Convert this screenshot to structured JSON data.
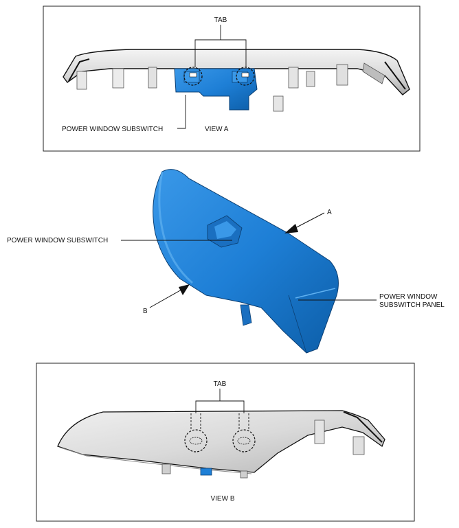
{
  "view_a": {
    "tab_label": "TAB",
    "subswitch_label": "POWER WINDOW SUBSWITCH",
    "view_label": "VIEW A"
  },
  "main": {
    "subswitch_label": "POWER WINDOW SUBSWITCH",
    "panel_label_line1": "POWER WINDOW",
    "panel_label_line2": "SUBSWITCH PANEL",
    "arrow_a_label": "A",
    "arrow_b_label": "B"
  },
  "view_b": {
    "tab_label": "TAB",
    "view_label": "VIEW B"
  },
  "colors": {
    "switch_blue": "#1e7fd6",
    "switch_blue_dark": "#0d5ea8",
    "trim_gray": "#d8d8d8",
    "outline": "#111111"
  }
}
